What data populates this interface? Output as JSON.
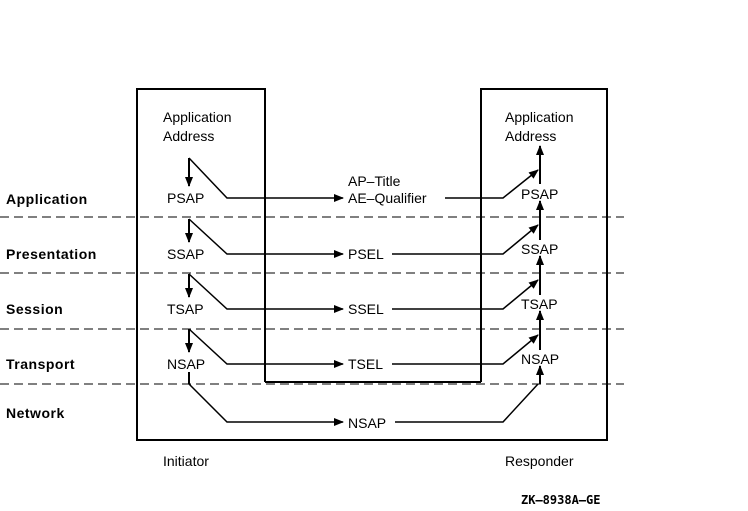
{
  "diagram": {
    "layers": [
      "Application",
      "Presentation",
      "Session",
      "Transport",
      "Network"
    ],
    "initiator": {
      "label": "Initiator",
      "top_label": [
        "Application",
        "Address"
      ],
      "saps": [
        "PSAP",
        "SSAP",
        "TSAP",
        "NSAP"
      ]
    },
    "responder": {
      "label": "Responder",
      "top_label": [
        "Application",
        "Address"
      ],
      "saps": [
        "PSAP",
        "SSAP",
        "TSAP",
        "NSAP"
      ]
    },
    "selectors": [
      {
        "lines": [
          "AP–Title",
          "AE–Qualifier"
        ]
      },
      {
        "lines": [
          "PSEL"
        ]
      },
      {
        "lines": [
          "SSEL"
        ]
      },
      {
        "lines": [
          "TSEL"
        ]
      },
      {
        "lines": [
          "NSAP"
        ]
      }
    ],
    "figure_id": "ZK–8938A–GE",
    "colors": {
      "ink": "#000000",
      "background": "#ffffff"
    }
  }
}
